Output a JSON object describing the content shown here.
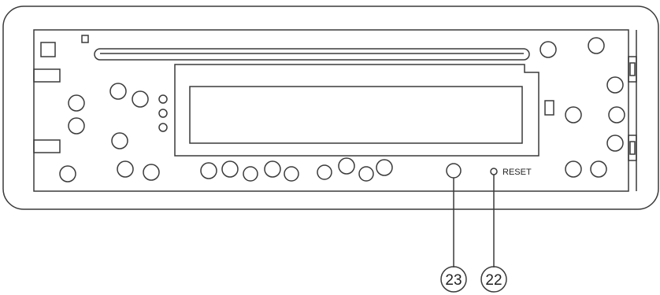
{
  "labels": {
    "reset": "RESET",
    "callout_23": "23",
    "callout_22": "22"
  }
}
